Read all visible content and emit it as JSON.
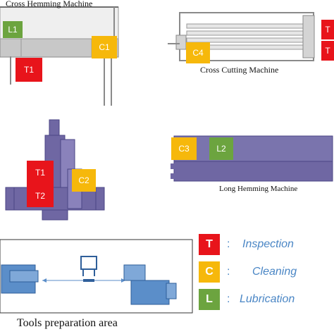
{
  "machines": {
    "cross_hemming": {
      "label": "Cross Hemming Machine"
    },
    "cross_cutting": {
      "label": "Cross Cutting Machine"
    },
    "long_hemming": {
      "label": "Long Hemming Machine"
    },
    "tools_area": {
      "label": "Tools preparation area"
    }
  },
  "tags": {
    "ch_l1": "L1",
    "ch_c1": "C1",
    "ch_t1": "T1",
    "cc_c4": "C4",
    "cc_t_top": "T",
    "cc_t_bottom": "T",
    "center_t1": "T1",
    "center_t2": "T2",
    "center_c2": "C2",
    "lh_c3": "C3",
    "lh_l2": "L2"
  },
  "legend": {
    "items": [
      {
        "key": "T",
        "separator": ":",
        "text": "Inspection",
        "color": "#e8141b"
      },
      {
        "key": "C",
        "separator": ":",
        "text": "Cleaning",
        "color": "#f6b80b"
      },
      {
        "key": "L",
        "separator": ":",
        "text": "Lubrication",
        "color": "#6ca43f"
      }
    ]
  },
  "colors": {
    "inspection": "#e8141b",
    "cleaning": "#f6b80b",
    "lubrication": "#6ca43f",
    "machine_gray": "#b9b9b9",
    "machine_purple": "#6f67a3",
    "tool_blue": "#5b8ec9"
  }
}
